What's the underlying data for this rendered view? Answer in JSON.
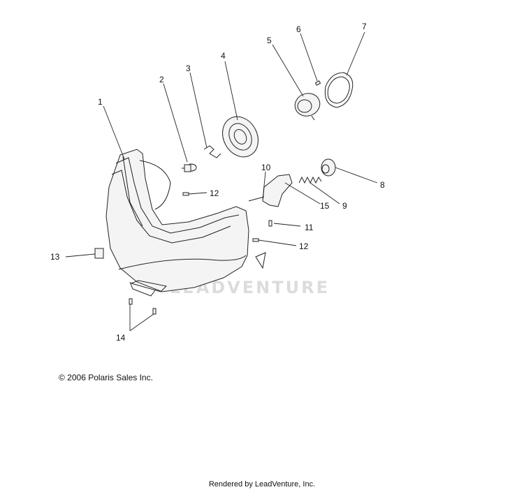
{
  "watermark": "LEADVENTURE",
  "copyright": "© 2006 Polaris Sales Inc.",
  "footer": "Rendered by LeadVenture, Inc.",
  "callouts": {
    "c1": "1",
    "c2": "2",
    "c3": "3",
    "c4": "4",
    "c5": "5",
    "c6": "6",
    "c7": "7",
    "c8": "8",
    "c9": "9",
    "c10": "10",
    "c11": "11",
    "c12a": "12",
    "c12b": "12",
    "c13": "13",
    "c14": "14",
    "c15": "15"
  }
}
